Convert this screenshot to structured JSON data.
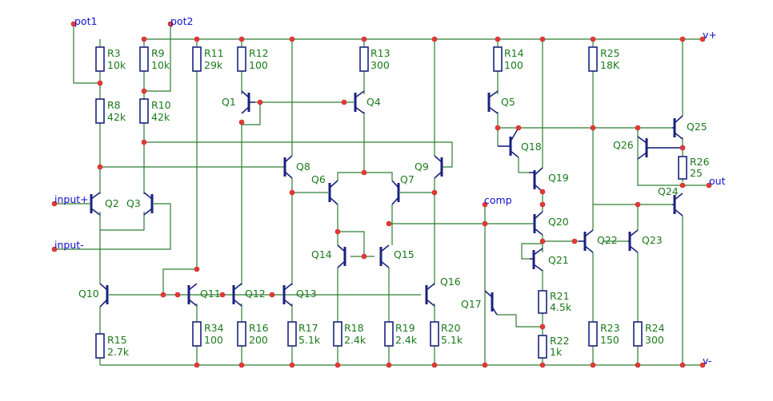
{
  "nets": {
    "pot1": "pot1",
    "pot2": "pot2",
    "vplus": "v+",
    "vminus": "v-",
    "out": "out",
    "comp": "comp",
    "input_plus": "input+",
    "input_minus": "input-"
  },
  "transistors": {
    "Q1": "Q1",
    "Q2": "Q2",
    "Q3": "Q3",
    "Q4": "Q4",
    "Q5": "Q5",
    "Q6": "Q6",
    "Q7": "Q7",
    "Q8": "Q8",
    "Q9": "Q9",
    "Q10": "Q10",
    "Q11": "Q11",
    "Q12": "Q12",
    "Q13": "Q13",
    "Q14": "Q14",
    "Q15": "Q15",
    "Q16": "Q16",
    "Q17": "Q17",
    "Q18": "Q18",
    "Q19": "Q19",
    "Q20": "Q20",
    "Q21": "Q21",
    "Q22": "Q22",
    "Q23": "Q23",
    "Q24": "Q24",
    "Q25": "Q25",
    "Q26": "Q26"
  },
  "resistors": {
    "R3": {
      "name": "R3",
      "value": "10k"
    },
    "R8": {
      "name": "R8",
      "value": "42k"
    },
    "R9": {
      "name": "R9",
      "value": "10k"
    },
    "R10": {
      "name": "R10",
      "value": "42k"
    },
    "R11": {
      "name": "R11",
      "value": "29k"
    },
    "R12": {
      "name": "R12",
      "value": "100"
    },
    "R13": {
      "name": "R13",
      "value": "300"
    },
    "R14": {
      "name": "R14",
      "value": "100"
    },
    "R25": {
      "name": "R25",
      "value": "18K"
    },
    "R26": {
      "name": "R26",
      "value": "25"
    },
    "R15": {
      "name": "R15",
      "value": "2.7k"
    },
    "R34": {
      "name": "R34",
      "value": "100"
    },
    "R16": {
      "name": "R16",
      "value": "200"
    },
    "R17": {
      "name": "R17",
      "value": "5.1k"
    },
    "R18": {
      "name": "R18",
      "value": "2.4k"
    },
    "R19": {
      "name": "R19",
      "value": "2.4k"
    },
    "R20": {
      "name": "R20",
      "value": "5.1k"
    },
    "R21": {
      "name": "R21",
      "value": "4.5k"
    },
    "R22": {
      "name": "R22",
      "value": "1k"
    },
    "R23": {
      "name": "R23",
      "value": "150"
    },
    "R24": {
      "name": "R24",
      "value": "300"
    }
  }
}
